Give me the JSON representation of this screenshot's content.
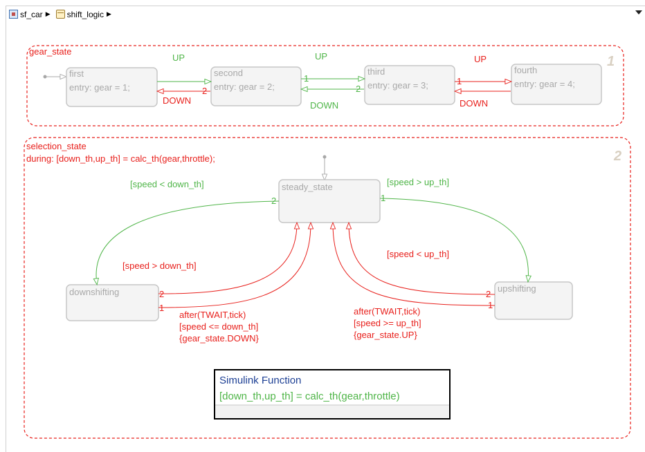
{
  "breadcrumb": {
    "model_name": "sf_car",
    "chart_name": "shift_logic"
  },
  "gear_state": {
    "title": "gear_state",
    "order": "1",
    "states": [
      {
        "name": "first",
        "action": "entry: gear = 1;"
      },
      {
        "name": "second",
        "action": "entry: gear = 2;"
      },
      {
        "name": "third",
        "action": "entry: gear = 3;"
      },
      {
        "name": "fourth",
        "action": "entry: gear = 4;"
      }
    ],
    "transitions": {
      "up_1": "UP",
      "up_2": "UP",
      "up_3": "UP",
      "down_1": "DOWN",
      "down_2": "DOWN",
      "down_3": "DOWN"
    },
    "priorities": {
      "p_up": "1",
      "p_down": "2"
    }
  },
  "selection_state": {
    "title": "selection_state",
    "during": "during: [down_th,up_th] = calc_th(gear,throttle);",
    "order": "2",
    "states": {
      "steady": "steady_state",
      "down": "downshifting",
      "up": "upshifting"
    },
    "conditions": {
      "speed_lt_down": "[speed < down_th]",
      "speed_gt_up": "[speed > up_th]",
      "speed_gt_down": "[speed > down_th]",
      "speed_lt_up": "[speed < up_th]"
    },
    "down_action": {
      "line1": "after(TWAIT,tick)",
      "line2": "[speed <= down_th]",
      "line3": "{gear_state.DOWN}"
    },
    "up_action": {
      "line1": "after(TWAIT,tick)",
      "line2": "[speed >= up_th]",
      "line3": "{gear_state.UP}"
    },
    "priorities": {
      "one": "1",
      "two": "2"
    }
  },
  "simulink_function": {
    "title": "Simulink Function",
    "signature": "[down_th,up_th] = calc_th(gear,throttle)"
  },
  "colors": {
    "red": "#e8201c",
    "green": "#4fb548",
    "gray_state": "#a8a8a8",
    "sf_title": "#1c3f94"
  }
}
